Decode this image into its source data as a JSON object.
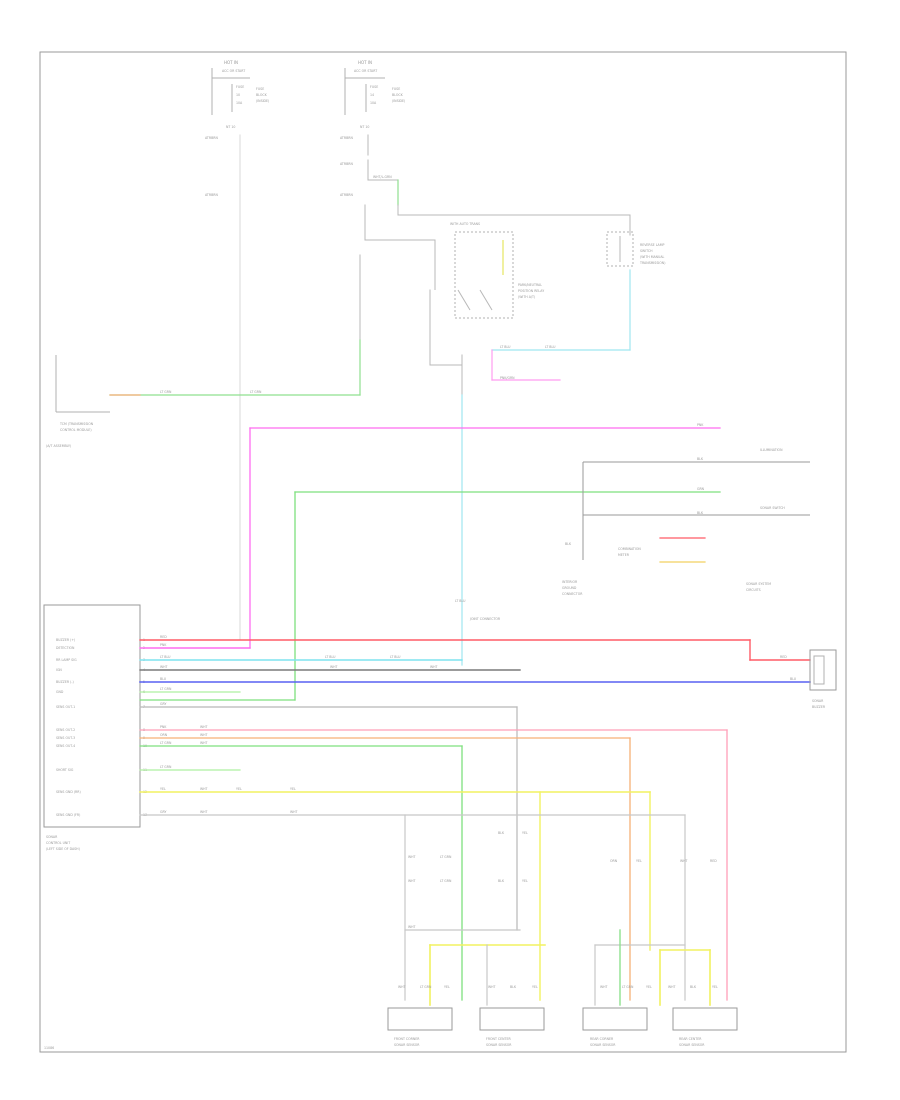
{
  "colors": {
    "border": "#9a9a9a",
    "text": "#9a9a9a",
    "wire_gray": "#b8b8b8",
    "wire_black": "#7a7a7a",
    "green": "#7ee07e",
    "light_green": "#aef0a0",
    "cyan": "#7fe3ef",
    "magenta": "#ff6cf0",
    "red": "#ff5b66",
    "blue": "#5960f2",
    "yellow": "#f2f260",
    "orange": "#f6b077",
    "pink": "#ff9fb8",
    "light_blue": "#9fd6f0"
  },
  "fuse_boxes": [
    {
      "name": "fuse-box-left",
      "title": "HOT IN",
      "sub": "ACC OR START",
      "lines": [
        "FUSE",
        "10",
        "10A"
      ],
      "desc": [
        "FUSE",
        "BLOCK",
        "(INSIDE)"
      ],
      "ref": "NT  10"
    },
    {
      "name": "fuse-box-right",
      "title": "HOT IN",
      "sub": "ACC OR START",
      "lines": [
        "FUSE",
        "14",
        "10A"
      ],
      "desc": [
        "FUSE",
        "BLOCK",
        "(INSIDE)"
      ],
      "ref": "NT  10"
    }
  ],
  "components": {
    "park_relay": [
      "PARK/NEUTRAL",
      "POSITION RELAY",
      "(WITH A/T)"
    ],
    "reverse_switch": [
      "REVERSE LAMP",
      "SWITCH",
      "(WITH MANUAL",
      "TRANSMISSION)"
    ],
    "tcm_left": [
      "TCM (TRANSMISSION",
      "CONTROL MODULE)"
    ],
    "tcm_left_sub": "(A/T ASSEMBLY)",
    "illumination": "ILLUMINATION",
    "combo_meter": [
      "COMBINATION",
      "METER"
    ],
    "buzzer": [
      "SONAR",
      "BUZZER"
    ],
    "control_unit": [
      "SONAR",
      "CONTROL UNIT",
      "(LEFT SIDE OF DASH)"
    ],
    "sensors": [
      [
        "FRONT CORNER",
        "SONAR SENSOR"
      ],
      [
        "FRONT CENTER",
        "SONAR SENSOR"
      ],
      [
        "REAR CORNER",
        "SONAR SENSOR"
      ],
      [
        "REAR CENTER",
        "SONAR SENSOR"
      ]
    ],
    "sonar_switch": "SONAR SWITCH",
    "meter_connector": [
      "INTERIOR",
      "GROUND",
      "CONNECTOR"
    ],
    "joint_connector": "JOINT CONNECTOR",
    "wiring_diagram_ref": [
      "SONAR SYSTEM",
      "CIRCUITS"
    ]
  },
  "control_unit_pins": [
    "BUZZER (+)",
    "DETECTION",
    "RR LAMP SIG",
    "IGN",
    "BUZZER (-)",
    "GND",
    "SENS OUT-1",
    "SENS OUT-2",
    "SENS OUT-3",
    "SENS OUT-4",
    "SHORT SIG",
    "SENS GND (RR)",
    "SENS GND (FR)"
  ],
  "wire_labels": [
    "RED",
    "PNK",
    "LT BLU",
    "WHT",
    "BLU",
    "LT GRN",
    "YEL",
    "GRY",
    "ORN",
    "BLK",
    "VIO",
    "GRN",
    "BRN"
  ],
  "footer_code": "11086"
}
